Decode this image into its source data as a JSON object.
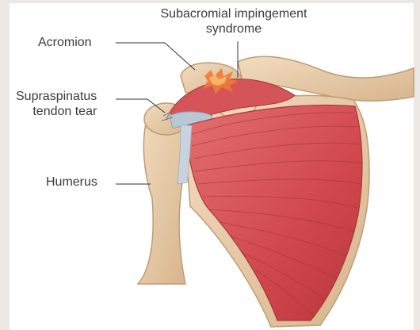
{
  "labels": {
    "title_line1": "Subacromial impingement",
    "title_line2": "syndrome",
    "acromion": "Acromion",
    "supraspinatus_line1": "Supraspinatus",
    "supraspinatus_line2": "tendon tear",
    "humerus": "Humerus"
  },
  "colors": {
    "background": "#ffffff",
    "frame": "#ede7e3",
    "bone": "#e9ceab",
    "bone_shadow": "#c9a57e",
    "muscle": "#d9585b",
    "muscle_dark": "#b23a3e",
    "tendon": "#b8c7d4",
    "inflammation": "#f07a3a",
    "label_text": "#3b3b3b",
    "leader_line": "#333333"
  }
}
